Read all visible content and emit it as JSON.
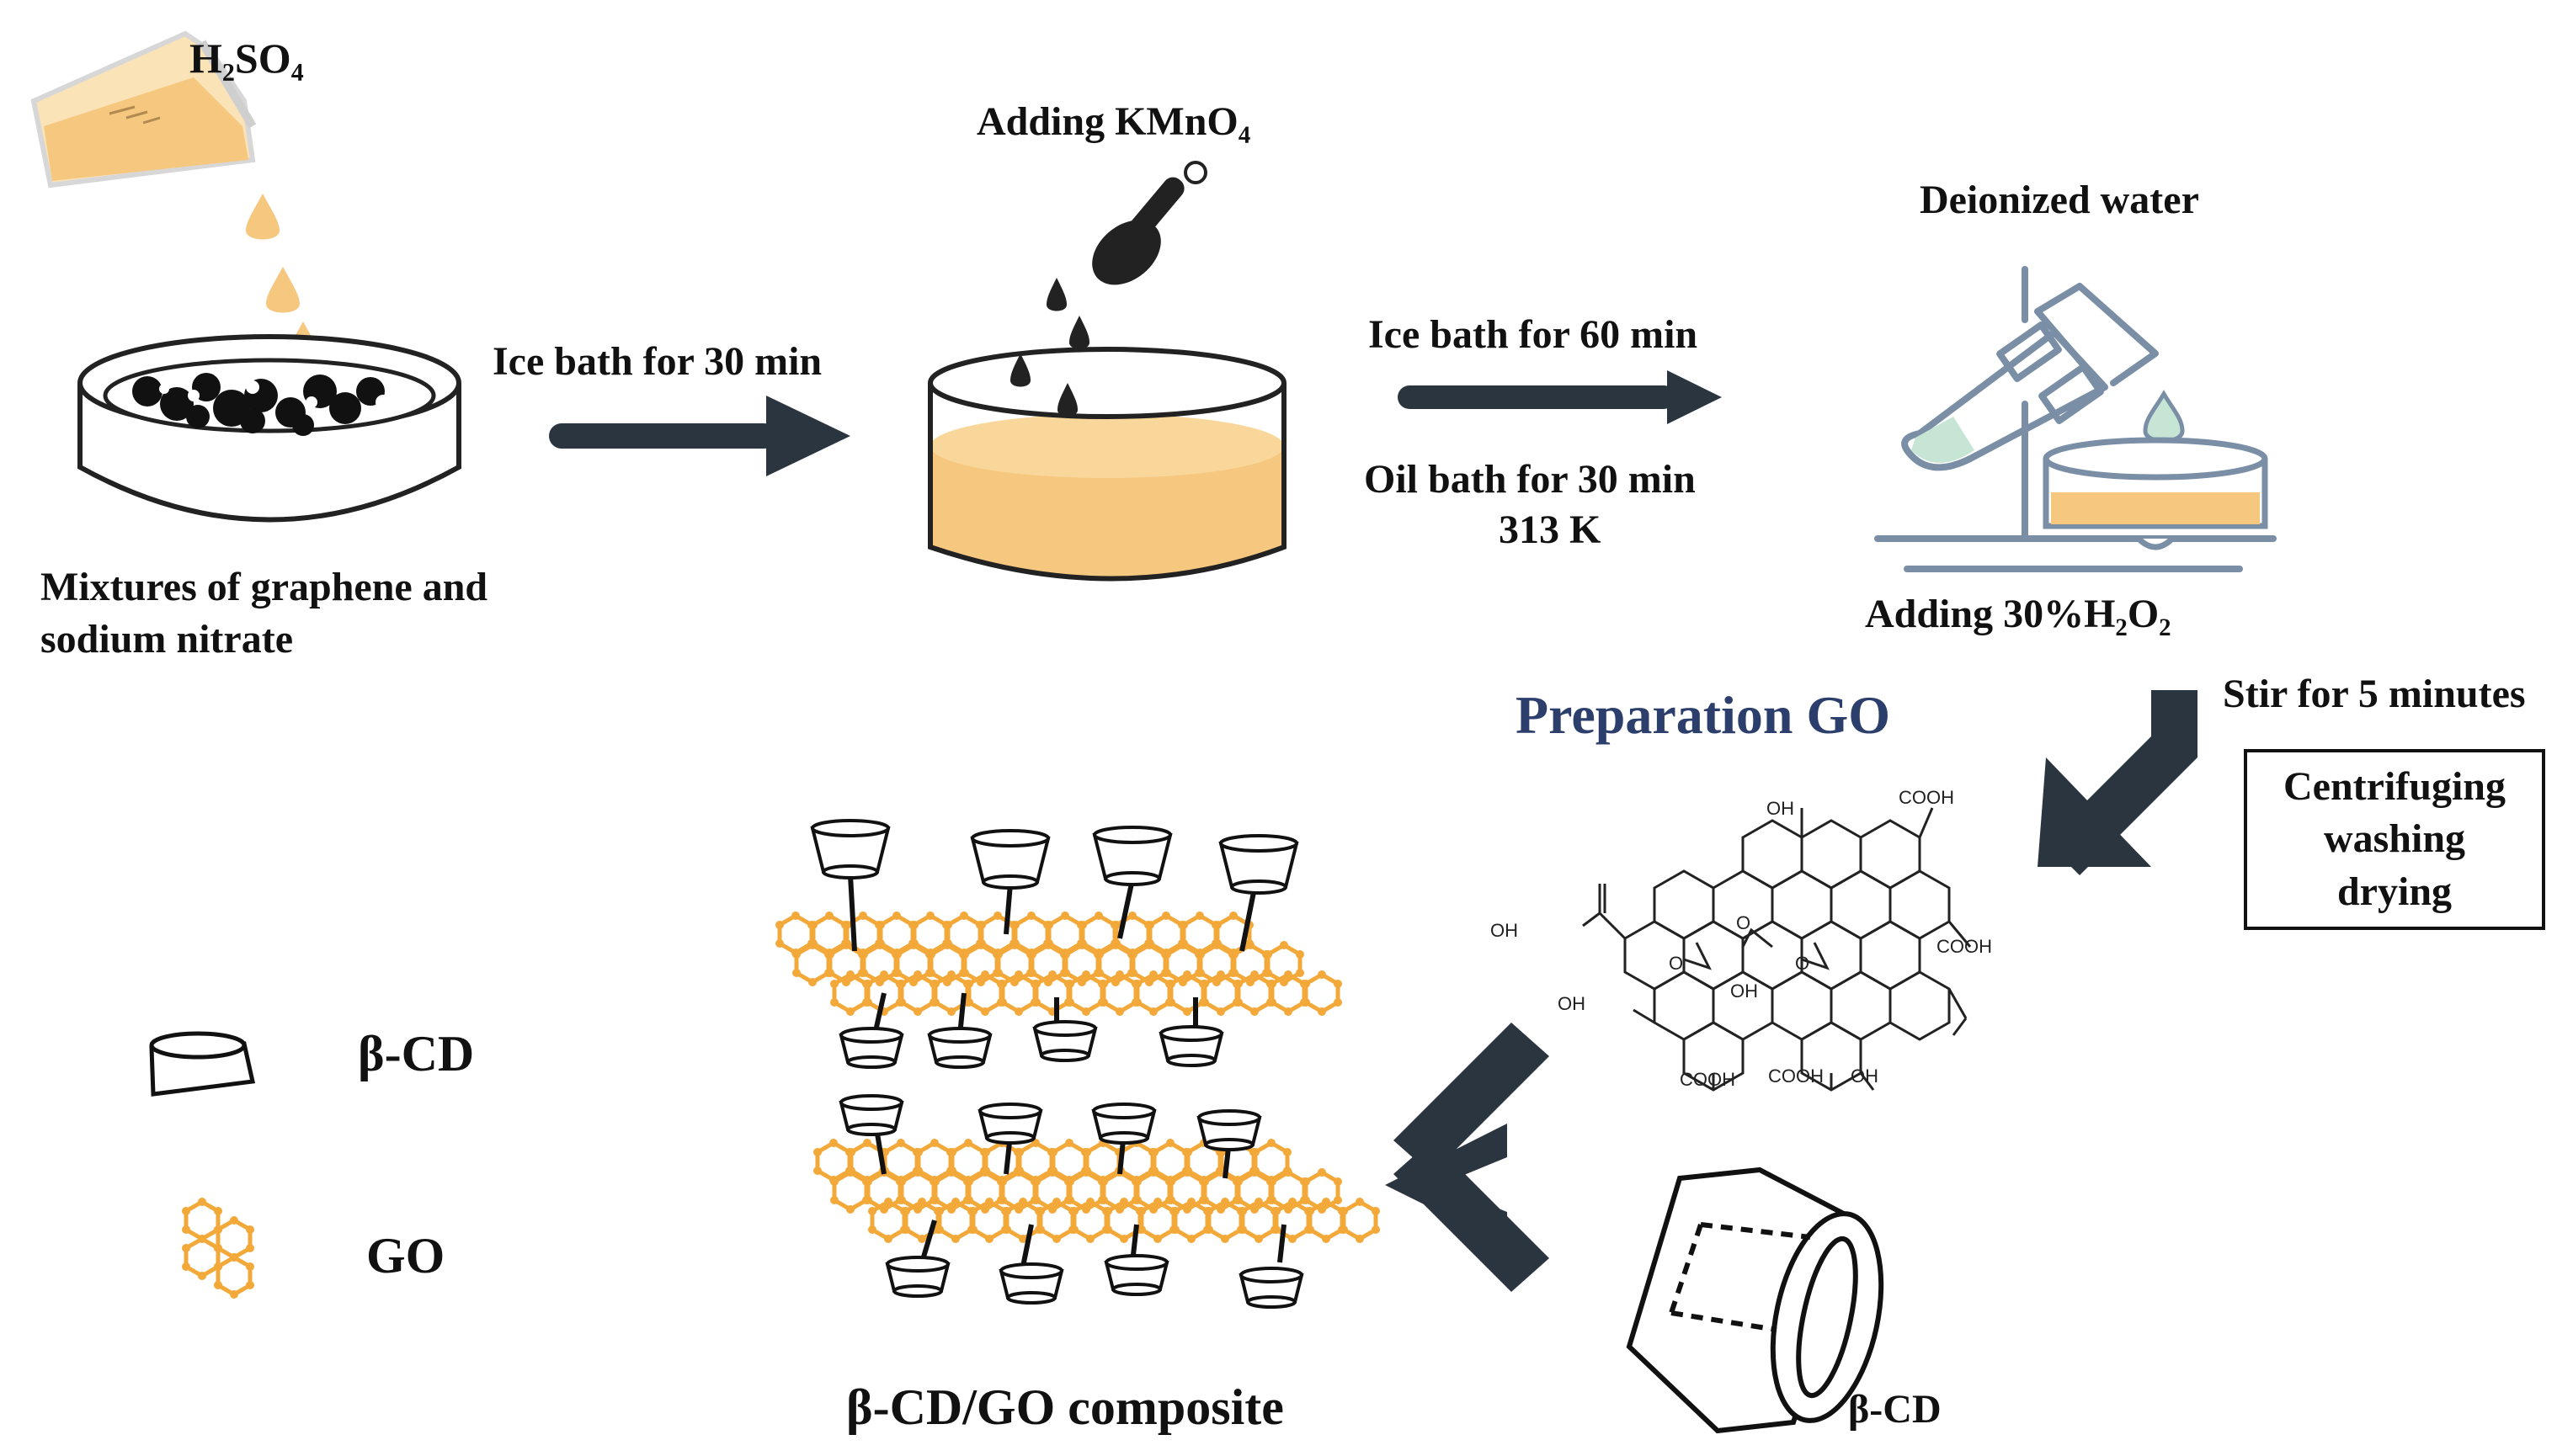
{
  "labels": {
    "h2so4": "H₂SO₄",
    "mixtures_line1": "Mixtures of graphene and",
    "mixtures_line2": "sodium nitrate",
    "ice_bath_30": "Ice bath for 30 min",
    "adding_kmno4": "Adding KMnO₄",
    "ice_bath_60": "Ice bath for 60 min",
    "oil_bath_30": "Oil bath for 30 min",
    "temp_313": "313 K",
    "deionized_water": "Deionized water",
    "adding_h2o2": "Adding 30%H₂O₂",
    "stir_5": "Stir for 5 minutes",
    "centrifuge_box": [
      "Centrifuging",
      "washing",
      "drying"
    ],
    "preparation_go": "Preparation GO",
    "composite": "β-CD/GO composite",
    "beta_cd_bottom": "β-CD",
    "legend_bcd": "β-CD",
    "legend_go": "GO"
  },
  "go_structure_labels": {
    "oh_top": "OH",
    "cooh_top": "COOH",
    "oh_left": "OH",
    "cooh_right": "COOH",
    "oh_mid_left": "OH",
    "oh_mid": "OH",
    "cooh_bottom_left": "COOH",
    "cooh_bottom_mid": "COOH",
    "oh_bottom": "OH",
    "o1": "O",
    "o2": "O",
    "o3": "O"
  },
  "colors": {
    "arrow": "#2b3540",
    "liquid": "#f6c77f",
    "go_orange": "#f3a93a",
    "title_blue": "#2c3e6b",
    "tube_green": "#c7e5d5",
    "apparatus": "#7a8fa6"
  }
}
